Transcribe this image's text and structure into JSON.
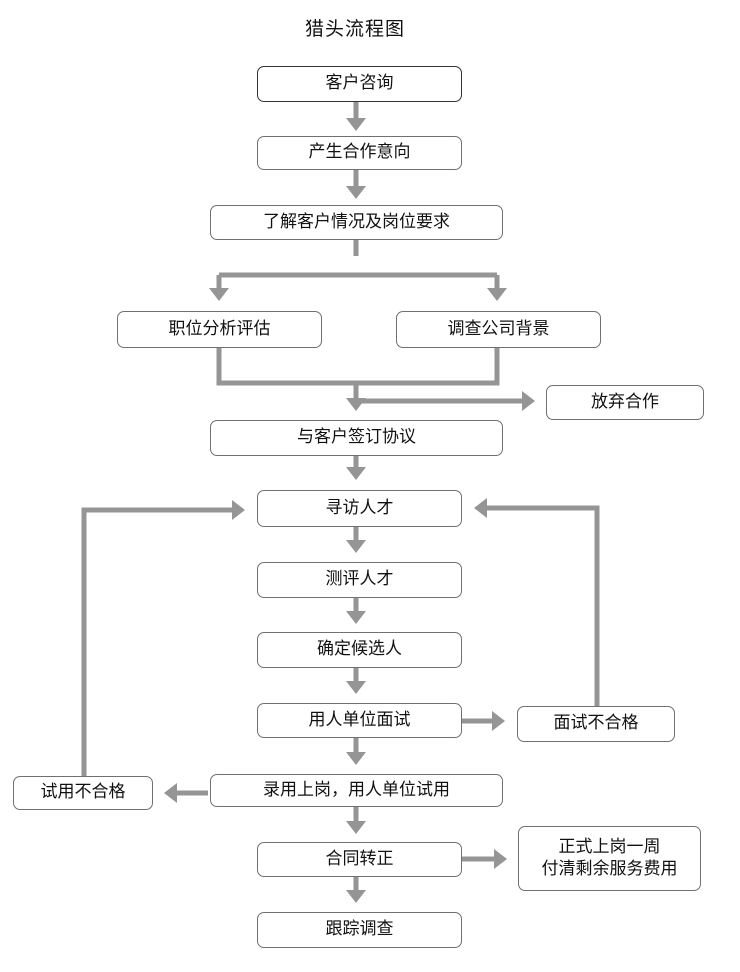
{
  "title": "猎头流程图",
  "nodes": {
    "consult": "客户咨询",
    "intent": "产生合作意向",
    "understand": "了解客户情况及岗位要求",
    "analysis": "职位分析评估",
    "background": "调查公司背景",
    "abandon": "放弃合作",
    "agreement": "与客户签订协议",
    "search": "寻访人才",
    "assess": "测评人才",
    "candidate": "确定候选人",
    "interview": "用人单位面试",
    "interview_fail": "面试不合格",
    "hire": "录用上岗，用人单位试用",
    "trial_fail": "试用不合格",
    "contract": "合同转正",
    "payment": "正式上岗一周\n付清剩余服务费用",
    "followup": "跟踪调查"
  },
  "colors": {
    "connector": "#959595",
    "border": "#707070"
  }
}
